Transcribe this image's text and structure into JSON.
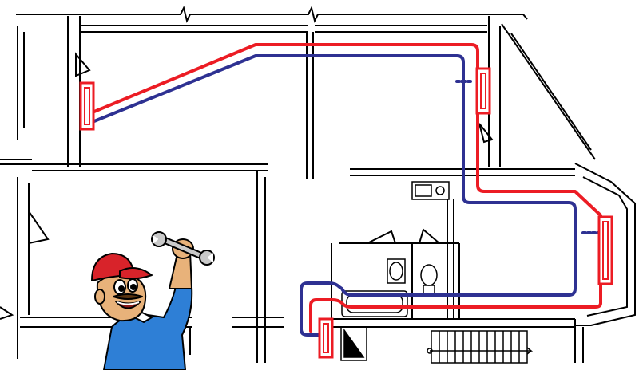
{
  "diagram": {
    "type": "heating-pipe-layout",
    "colors": {
      "supply": "#ec1c24",
      "return": "#2e3192",
      "wall": "#000000",
      "background": "#ffffff",
      "radiator_fill": "#ffffff"
    },
    "radiators": [
      {
        "id": "rad-1",
        "location": "left-room-wall"
      },
      {
        "id": "rad-2",
        "location": "right-room-wall"
      },
      {
        "id": "rad-3",
        "location": "bay-window"
      },
      {
        "id": "rad-4",
        "location": "bathroom-bottom"
      }
    ],
    "fixtures": [
      "kitchen-stove",
      "sink",
      "toilet",
      "bathtub",
      "shower-tray",
      "staircase"
    ],
    "mascot": {
      "character": "plumber",
      "holding": "wrench-icon",
      "cap_color": "#d8232a",
      "shirt_color": "#2e7fd6"
    }
  }
}
